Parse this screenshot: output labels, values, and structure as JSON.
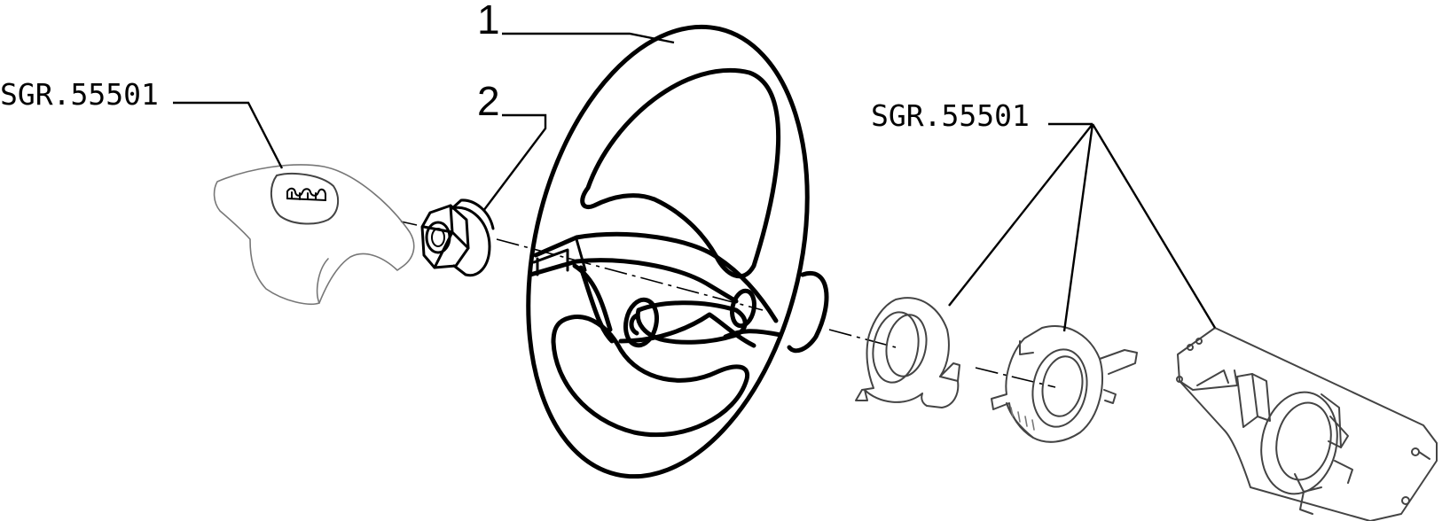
{
  "labels": {
    "part_1": "1",
    "part_2": "2",
    "ref_left": "SGR.55501",
    "ref_right": "SGR.55501"
  }
}
